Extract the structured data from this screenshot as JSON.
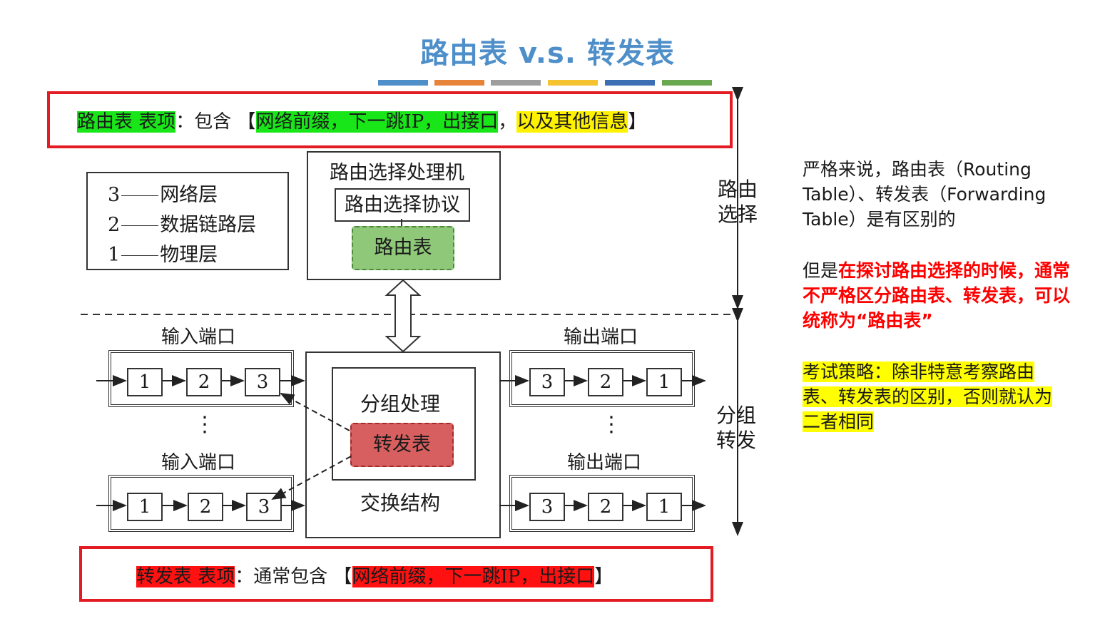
{
  "title": "路由表 v.s. 转发表",
  "colorbar_colors": [
    "#4f8fc9",
    "#e8833a",
    "#9e9e9e",
    "#f5c330",
    "#3c6eb4",
    "#6aa84f"
  ],
  "top_box": {
    "label": "路由表 表项",
    "colon_text": "：包含 【",
    "green_text": "网络前缀，下一跳IP，出接口",
    "comma": "，",
    "yellow_text": "以及其他信息",
    "close": "】"
  },
  "legend": {
    "items": [
      {
        "num": "3",
        "name": "网络层"
      },
      {
        "num": "2",
        "name": "数据链路层"
      },
      {
        "num": "1",
        "name": "物理层"
      }
    ]
  },
  "processor": {
    "title": "路由选择处理机",
    "protocol": "路由选择协议",
    "routing_table": "路由表"
  },
  "switch_fabric": {
    "group_label": "分组处理",
    "forwarding_table": "转发表",
    "label": "交换结构"
  },
  "input_ports": {
    "label_top": "输入端口",
    "label_bottom": "输入端口",
    "cells": [
      "1",
      "2",
      "3"
    ],
    "dots": "⋮"
  },
  "output_ports": {
    "label_top": "输出端口",
    "label_bottom": "输出端口",
    "cells": [
      "3",
      "2",
      "1"
    ],
    "dots": "⋮"
  },
  "side_labels": {
    "routing": [
      "路由",
      "选择"
    ],
    "forwarding": [
      "分组",
      "转发"
    ]
  },
  "bottom_box": {
    "label": "转发表 表项",
    "colon_text": "：通常包含 【",
    "red_text": "网络前缀，下一跳IP，出接口",
    "close": "】"
  },
  "right_text": {
    "para1": "严格来说，路由表（Routing Table）、转发表（Forwarding Table）是有区别的",
    "para2_normal": "但是",
    "para2_red": "在探讨路由选择的时候，通常不严格区分路由表、转发表，可以统称为“路由表”",
    "para3": "考试策略：除非特意考察路由表、转发表的区别，否则就认为二者相同"
  }
}
